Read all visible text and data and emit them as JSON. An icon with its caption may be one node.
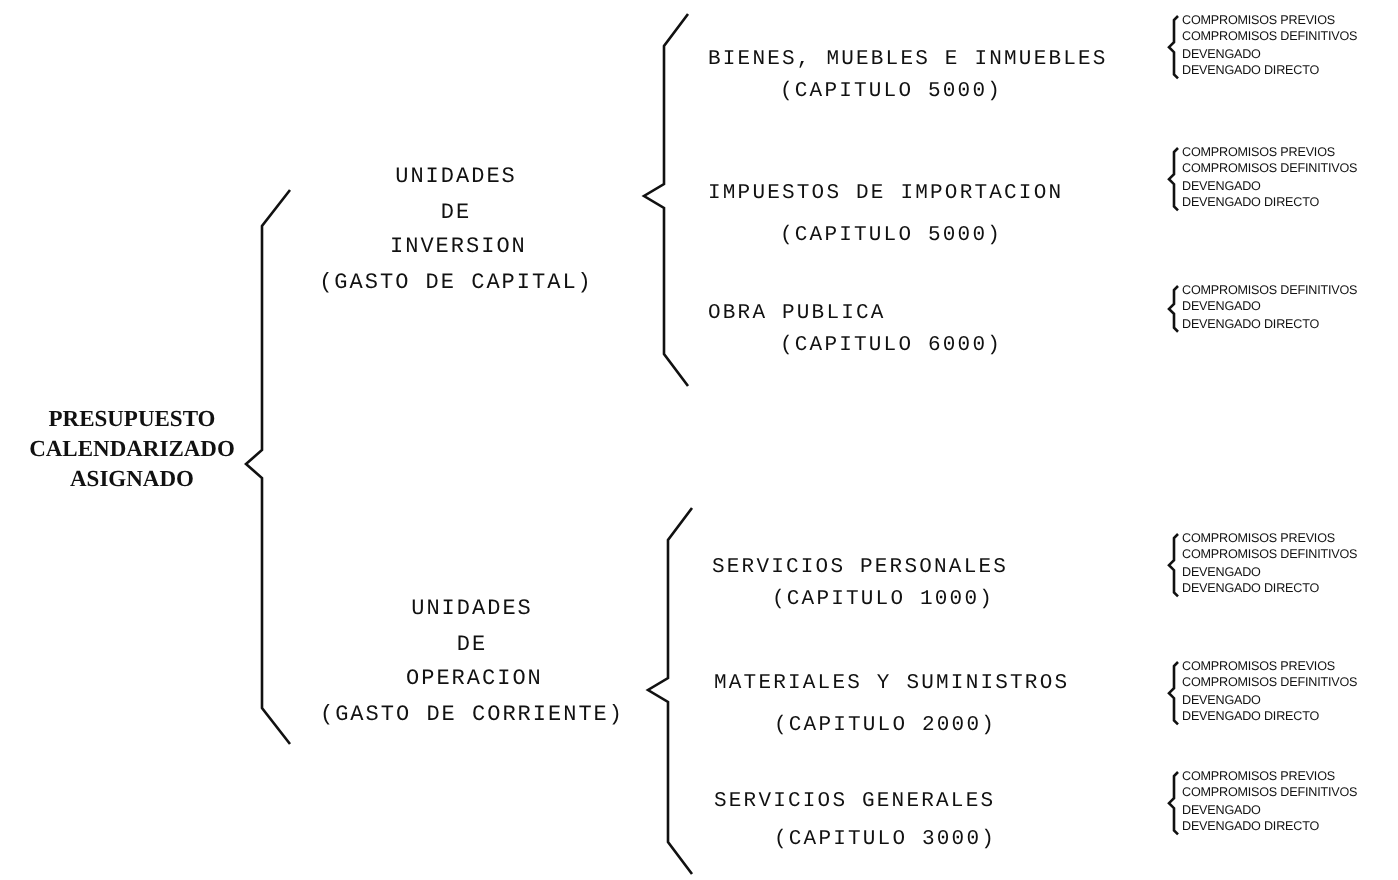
{
  "diagram": {
    "nodes": [
      {
        "text": [
          "PRESUPUESTO CALENDARIZADO ASIGNADO"
        ]
      },
      {
        "text": [
          "UNIDADES DE INVERSION",
          "(GASTO DE CAPITAL)"
        ]
      },
      {
        "text": [
          "BIENES, MUEBLES E INMUEBLES",
          "(CAPITULO 5000)"
        ]
      },
      {
        "text": [
          "COMPROMISOS PREVIOS",
          "COMPROMISOS DEFINITIVOS",
          "DEVENGADO",
          "DEVENGADO DIRECTO"
        ]
      },
      {
        "text": [
          "IMPUESTOS DE IMPORTACION",
          "(CAPITULO 5000)"
        ]
      },
      {
        "text": [
          "COMPROMISOS PREVIOS",
          "COMPROMISOS DEFINITIVOS",
          "DEVENGADO",
          "DEVENGADO DIRECTO"
        ]
      },
      {
        "text": [
          "OBRA PUBLICA",
          "(CAPITULO 6000)"
        ]
      },
      {
        "text": [
          "COMPROMISOS DEFINITIVOS",
          "DEVENGADO",
          "DEVENGADO DIRECTO"
        ]
      },
      {
        "text": [
          "UNIDADES DE OPERACION",
          "(GASTO DE CORRIENTE)"
        ]
      },
      {
        "text": [
          "SERVICIOS PERSONALES",
          "(CAPITULO 1000)"
        ]
      },
      {
        "text": [
          "COMPROMISOS PREVIOS",
          "COMPROMISOS DEFINITIVOS",
          "DEVENGADO",
          "DEVENGADO DIRECTO"
        ]
      },
      {
        "text": [
          "MATERIALES Y SUMINISTROS",
          "(CAPITULO 2000)"
        ]
      },
      {
        "text": [
          "COMPROMISOS PREVIOS",
          "COMPROMISOS DEFINITIVOS",
          "DEVENGADO",
          "DEVENGADO DIRECTO"
        ]
      },
      {
        "text": [
          "SERVICIOS GENERALES",
          "(CAPITULO 3000)"
        ]
      },
      {
        "text": [
          "COMPROMISOS PREVIOS",
          "COMPROMISOS DEFINITIVOS",
          "DEVENGADO",
          "DEVENGADO DIRECTO"
        ]
      }
    ]
  }
}
